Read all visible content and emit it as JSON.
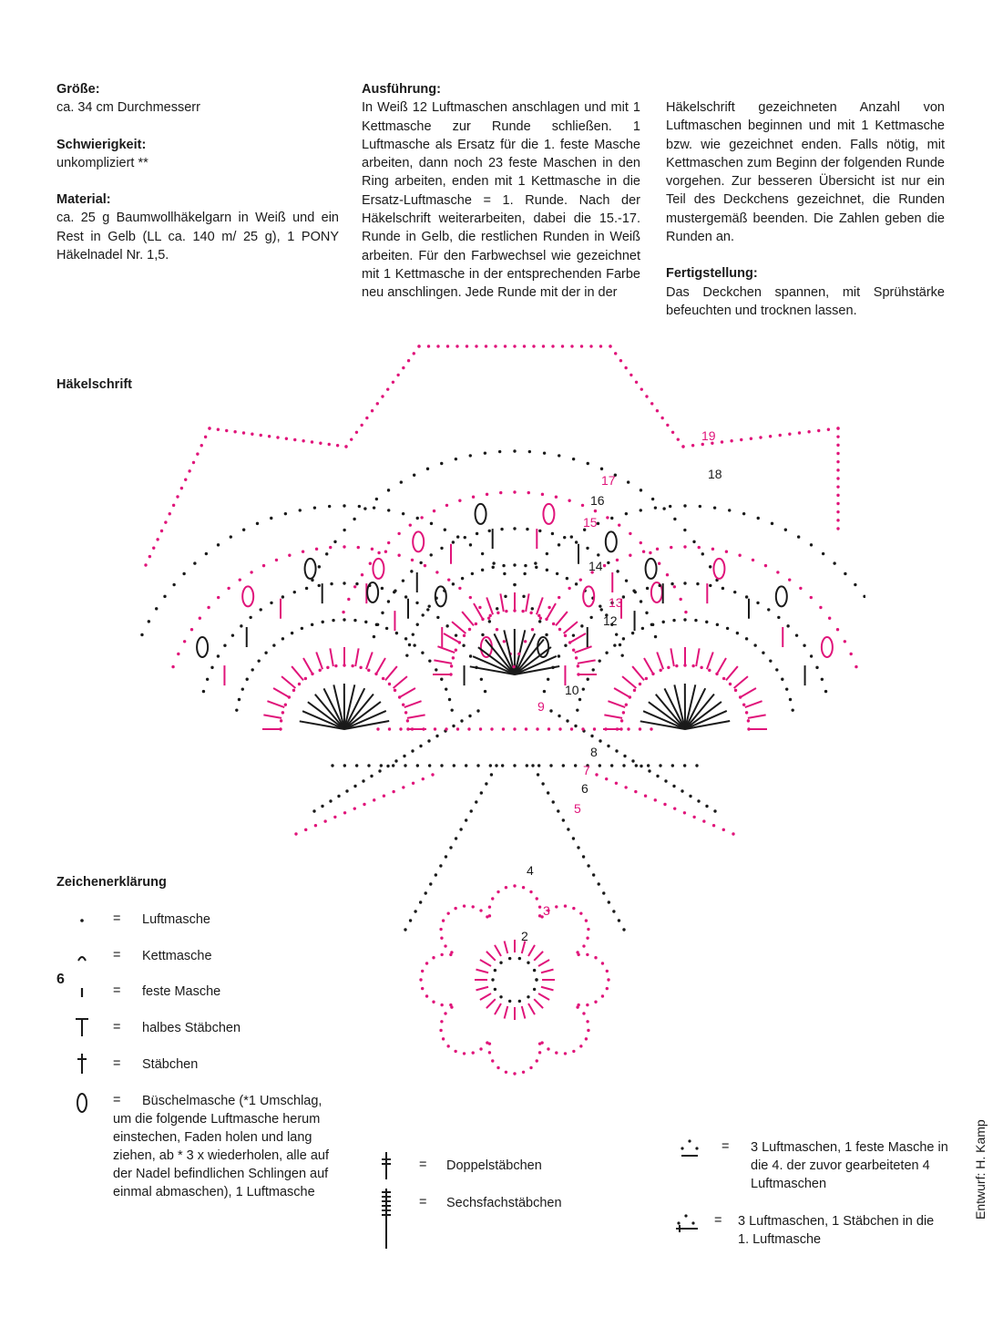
{
  "col1": {
    "size_head": "Größe:",
    "size_text": "ca. 34 cm Durchmesserr",
    "difficulty_head": "Schwierigkeit:",
    "difficulty_text": "unkompliziert **",
    "material_head": "Material:",
    "material_text": "ca. 25 g Baumwollhäkelgarn in Weiß und ein Rest in Gelb (LL ca. 140 m/ 25 g), 1 PONY Häkelnadel Nr. 1,5."
  },
  "col2": {
    "exec_head": "Ausführung:",
    "exec_text": "In Weiß 12 Luftmaschen anschlagen und mit 1 Kettmasche zur Runde schließen. 1 Luftmasche als Ersatz für die 1. feste Masche arbeiten, dann noch 23 feste Maschen in den Ring arbeiten, enden mit 1 Kettmasche in die Ersatz-Luftmasche = 1. Runde. Nach der Häkelschrift weiterarbeiten, dabei die 15.-17. Runde in Gelb, die restlichen Runden in Weiß arbeiten. Für den Farbwechsel wie gezeichnet mit 1 Kettmasche in der entsprechenden Farbe neu anschlingen. Jede Runde mit der in der"
  },
  "col3": {
    "cont_text": "Häkelschrift gezeichneten Anzahl von Luftmaschen beginnen und mit 1 Kettmasche bzw. wie gezeichnet enden. Falls nötig, mit Kettmaschen zum Beginn der folgenden Runde vorgehen. Zur besseren Übersicht ist nur ein Teil des Deckchens gezeichnet, die Runden mustergemäß beenden. Die Zahlen geben die Runden an.",
    "finish_head": "Fertigstellung:",
    "finish_text": "Das Deckchen spannen, mit Sprühstärke befeuchten und trocknen lassen."
  },
  "diagram": {
    "title": "Häkelschrift",
    "round_numbers": [
      "2",
      "3",
      "4",
      "5",
      "6",
      "7",
      "8",
      "9",
      "10",
      "12",
      "13",
      "14",
      "15",
      "16",
      "17",
      "18",
      "19"
    ],
    "colors": {
      "white_yarn": "#1a1a1a",
      "yellow_yarn": "#e0147a"
    }
  },
  "legend": {
    "title": "Zeichenerklärung",
    "eq": "=",
    "items": [
      {
        "icon": "dot-icon",
        "label": "Luftmasche"
      },
      {
        "icon": "arc-icon",
        "label": "Kettmasche"
      },
      {
        "icon": "bar-icon",
        "label": "feste Masche"
      },
      {
        "icon": "t-icon",
        "label": "halbes Stäbchen"
      },
      {
        "icon": "dagger-icon",
        "label": "Stäbchen"
      },
      {
        "icon": "oval-icon",
        "label": "Büschelmasche (*1 Umschlag, um die folgende Luftmasche herum einstechen, Faden holen und lang  ziehen, ab * 3 x wiederholen, alle auf der Nadel befindlichen Schlingen auf einmal abmaschen), 1 Luftmasche"
      }
    ],
    "mid_items": [
      {
        "icon": "double-treble-icon",
        "label": "Doppelstäbchen"
      },
      {
        "icon": "sextuple-treble-icon",
        "label": "Sechsfachstäbchen"
      }
    ],
    "right_items": [
      {
        "icon": "picot-sc-icon",
        "label": "3 Luftmaschen, 1 feste Masche in die 4. der zuvor gearbeiteten 4 Luftmaschen"
      },
      {
        "icon": "picot-dc-icon",
        "label": "3 Luftmaschen, 1 Stäbchen in die 1. Luftmasche"
      }
    ]
  },
  "credit": "Entwurf: H. Kamp",
  "page_number": "6"
}
